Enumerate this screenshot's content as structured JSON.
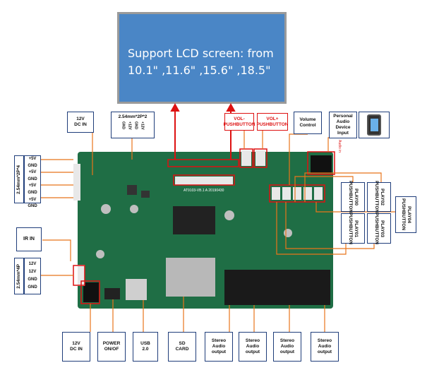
{
  "lcd": {
    "line1": "Support LCD screen:  from",
    "line2": "10.1\" ,11.6\"  ,15.6\" ,18.5\""
  },
  "labels": {
    "dc_in_top": [
      "12V",
      "DC IN"
    ],
    "header_2p2": "2.54mm*2P*2",
    "header_2p2_pins": [
      "GND",
      "+12V",
      "GND",
      "+12V"
    ],
    "header_2p4": "2.54mm*2P*4",
    "pins_left": [
      "+5V",
      "GND",
      "+5V",
      "GND",
      "+5V",
      "GND",
      "+5V",
      "GND"
    ],
    "vol_minus": [
      "VOL-",
      "PUSHBUTTON"
    ],
    "vol_plus": [
      "VOL+",
      "PUSHBUTTON"
    ],
    "volume_control": [
      "Volume",
      "Control"
    ],
    "personal_audio": [
      "Personal",
      "Audio",
      "Device",
      "Input"
    ],
    "audio_in_small": "Audio in",
    "play00": [
      "PLAY00",
      "PUSHBUTTON"
    ],
    "play02": [
      "PLAY02",
      "PUSHBUTTON"
    ],
    "play01": [
      "PLAY01",
      "PUSHBUTTON"
    ],
    "play03": [
      "PLAY03",
      "PUSHBUTTON"
    ],
    "play04": [
      "PLAY04",
      "PUSHBUTTON"
    ],
    "ir_in": "IR IN",
    "header_4p": "2.54mm*4P",
    "pins_4p": [
      "12V",
      "12V",
      "GND",
      "GND"
    ],
    "dc_in_bottom": [
      "12V",
      "DC IN"
    ],
    "power": [
      "POWER",
      "ON/OF"
    ],
    "usb": [
      "USB",
      "2.0"
    ],
    "sd": [
      "SD",
      "CARD"
    ],
    "stereo": [
      "Stereo",
      "Audio",
      "output"
    ],
    "board_text": "AT9103-VB.1 A 20190430"
  },
  "colors": {
    "lcd": "#4a86c6",
    "pcb": "#1f6e45",
    "box_border": "#1f3d7a",
    "red": "#d11111",
    "orange": "#e8741a"
  }
}
